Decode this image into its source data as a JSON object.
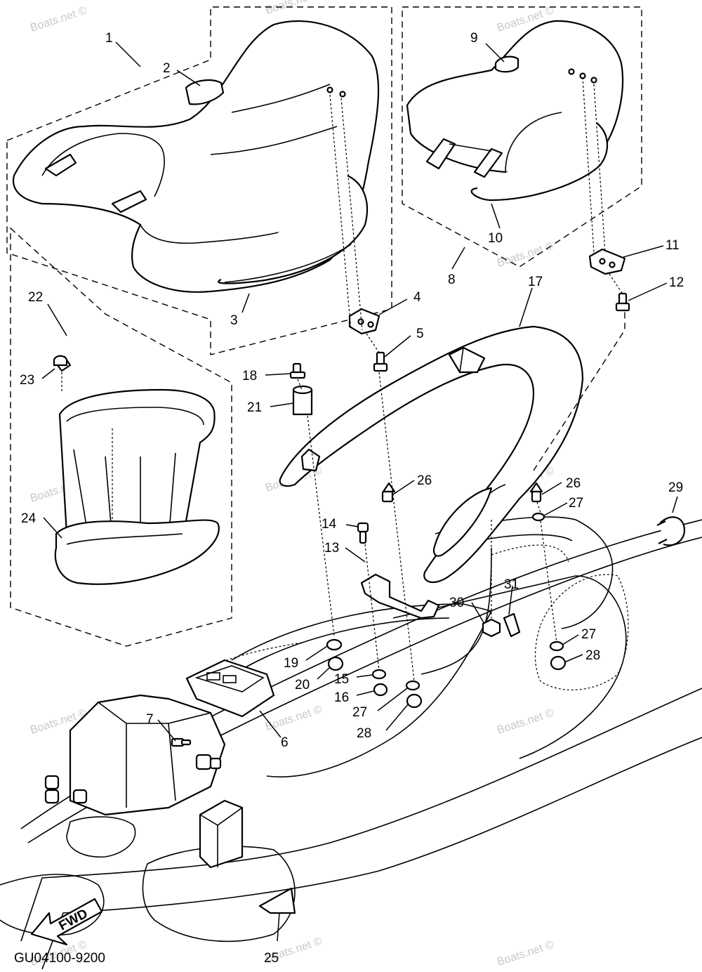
{
  "diagram": {
    "code": "GU04100-9200",
    "direction_arrow": "FWD",
    "watermark": "Boats.net ©",
    "callouts": [
      "1",
      "2",
      "3",
      "4",
      "5",
      "6",
      "7",
      "8",
      "9",
      "10",
      "11",
      "12",
      "13",
      "14",
      "15",
      "16",
      "17",
      "18",
      "19",
      "20",
      "21",
      "22",
      "23",
      "24",
      "25",
      "26",
      "26",
      "27",
      "27",
      "27",
      "28",
      "28",
      "29",
      "30",
      "31"
    ]
  }
}
